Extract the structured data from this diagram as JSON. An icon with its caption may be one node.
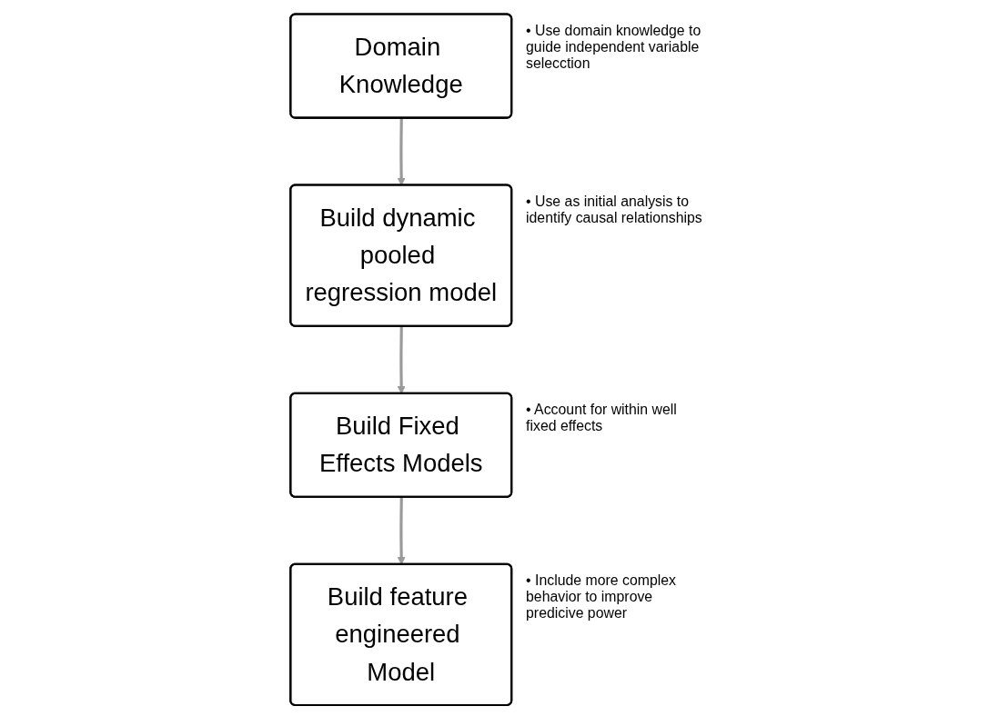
{
  "diagram": {
    "nodes": [
      {
        "text": [
          "Domain Knowledge"
        ],
        "beside": [
          "• Use domain knowledge to guide independent variable selecction"
        ]
      },
      {
        "text": [
          "Build dynamic pooled regression model"
        ],
        "beside": [
          "• Use as initial analysis to identify causal relationships"
        ]
      },
      {
        "text": [
          "Build Fixed Effects Models"
        ],
        "beside": [
          "• Account for within well fixed effects"
        ]
      },
      {
        "text": [
          "Build feature engineered Model"
        ],
        "beside": [
          "• Include more complex behavior to improve predicive power"
        ]
      }
    ],
    "edges": [
      {
        "from": 0,
        "to": 1,
        "arrow": "to"
      },
      {
        "from": 1,
        "to": 2,
        "arrow": "to"
      },
      {
        "from": 2,
        "to": 3,
        "arrow": "to"
      }
    ]
  }
}
